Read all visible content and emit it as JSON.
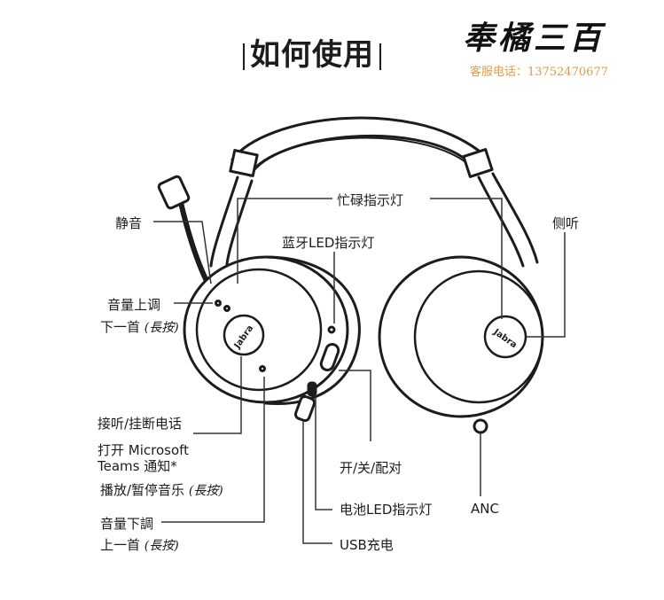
{
  "title": "如何使用",
  "brand": "奉橘三百",
  "service_phone": "客服电话：13752470677",
  "logo_text": "Jabra",
  "labels": {
    "mute": "静音",
    "busylight": "忙碌指示灯",
    "sidetone": "侧听",
    "bt_led": "蓝牙LED指示灯",
    "vol_up": "音量上调",
    "next_track": "下一首",
    "long_press": "(長按)",
    "answer": "接听/挂断电话",
    "teams_line1": "打开 Microsoft",
    "teams_line2": "Teams 通知*",
    "play_pause": "播放/暂停音乐",
    "on_off": "开/关/配对",
    "vol_down": "音量下調",
    "prev_track": "上一首",
    "battery_led": "电池LED指示灯",
    "anc": "ANC",
    "usb": "USB充电"
  },
  "colors": {
    "accent": "#e39a46",
    "line": "#1c1c1c"
  }
}
